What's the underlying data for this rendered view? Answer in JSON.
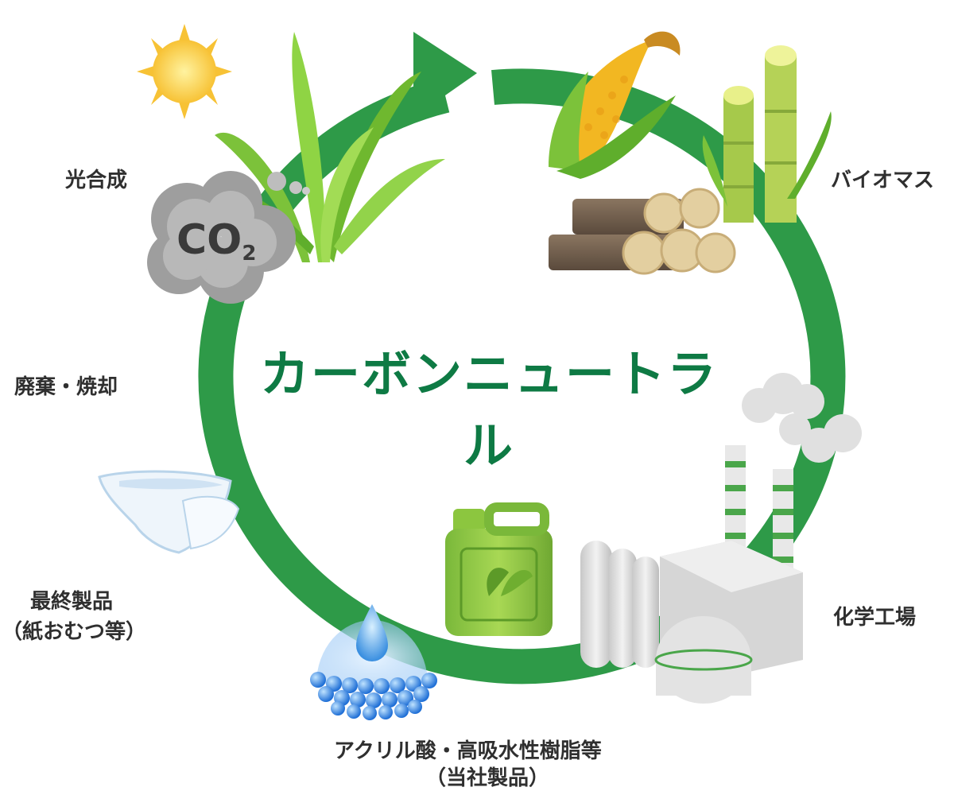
{
  "title": "カーボンニュートラル",
  "co2": {
    "main": "CO",
    "sub": "2"
  },
  "labels": {
    "photosynthesis": "光合成",
    "biomass": "バイオマス",
    "chemical_plant": "化学工場",
    "disposal": "廃棄・焼却",
    "final_products_line1": "最終製品",
    "final_products_line2": "（紙おむつ等）",
    "acrylic_line1": "アクリル酸・高吸水性樹脂等",
    "acrylic_line2": "（当社製品）"
  },
  "colors": {
    "cycle": "#2e9a48",
    "title": "#0e7a44",
    "label": "#2f2f2f"
  }
}
